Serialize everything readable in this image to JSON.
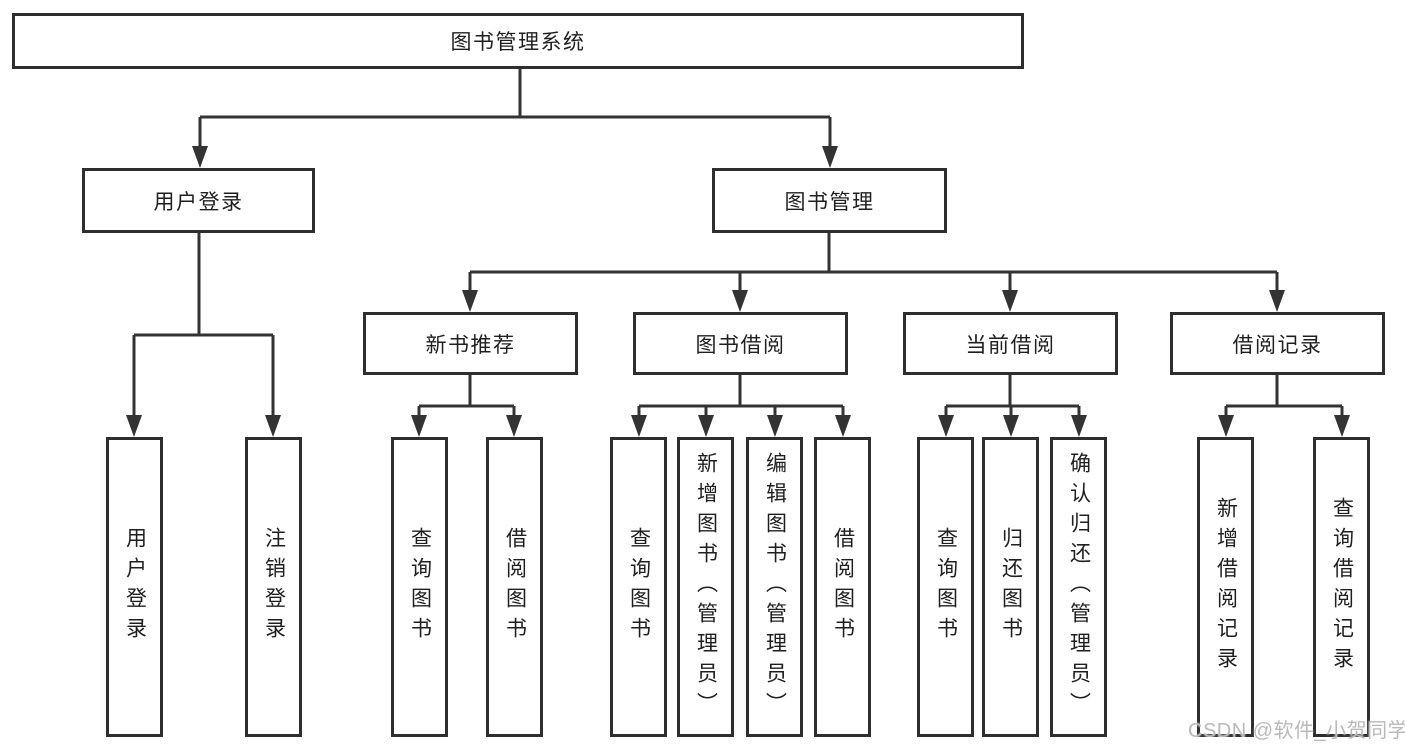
{
  "diagram": {
    "root": {
      "label": "图书管理系统"
    },
    "branches": {
      "user_login": {
        "label": "用户登录",
        "children": [
          {
            "label": "用户登录"
          },
          {
            "label": "注销登录"
          }
        ]
      },
      "book_mgmt": {
        "label": "图书管理",
        "modules": [
          {
            "label": "新书推荐",
            "children": [
              {
                "label": "查询图书"
              },
              {
                "label": "借阅图书"
              }
            ]
          },
          {
            "label": "图书借阅",
            "children": [
              {
                "label": "查询图书"
              },
              {
                "label": "新增图书（管理员）"
              },
              {
                "label": "编辑图书（管理员）"
              },
              {
                "label": "借阅图书"
              }
            ]
          },
          {
            "label": "当前借阅",
            "children": [
              {
                "label": "查询图书"
              },
              {
                "label": "归还图书"
              },
              {
                "label": "确认归还（管理员）"
              }
            ]
          },
          {
            "label": "借阅记录",
            "children": [
              {
                "label": "新增借阅记录"
              },
              {
                "label": "查询借阅记录"
              }
            ]
          }
        ]
      }
    },
    "watermark": "CSDN @软件_小贺同学",
    "colors": {
      "line": "#333333",
      "box_border": "#2e2e2e",
      "text": "#1f1f1f",
      "watermark": "#b9b9b9",
      "background": "#ffffff"
    }
  }
}
